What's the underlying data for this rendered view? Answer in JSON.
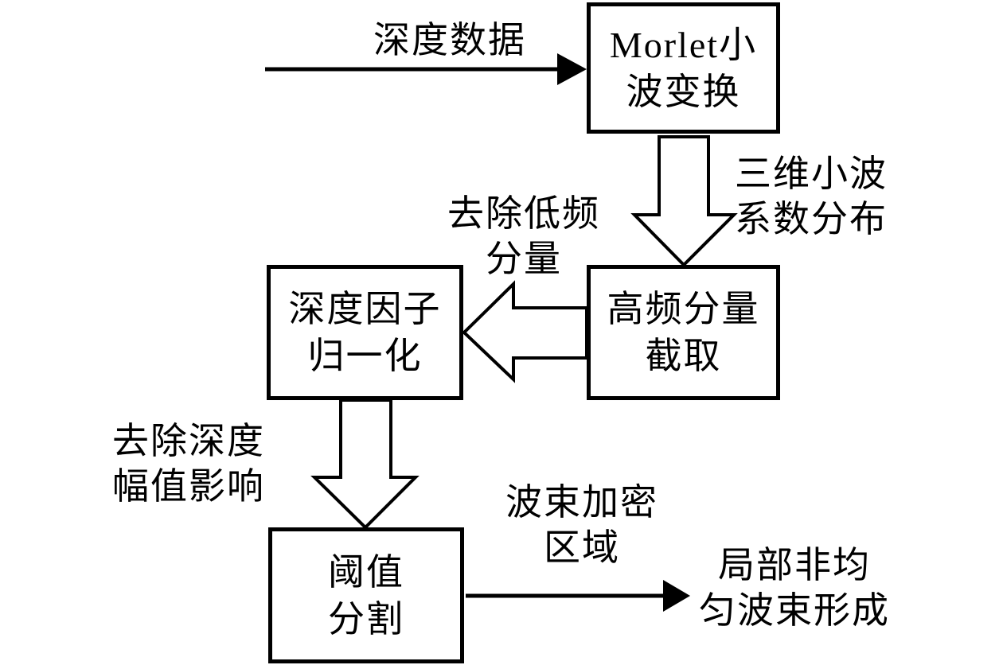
{
  "nodes": {
    "morlet_wavelet_transform": {
      "label": "Morlet小\n波变换"
    },
    "high_freq_component_extract": {
      "label": "高频分量\n截取"
    },
    "depth_factor_normalization": {
      "label": "深度因子\n归一化"
    },
    "threshold_segmentation": {
      "label": "阈值\n分割"
    }
  },
  "edge_labels": {
    "depth_data": {
      "label": "深度数据"
    },
    "wavelet_coefficients": {
      "label": "三维小波\n系数分布"
    },
    "remove_low_freq": {
      "label": "去除低频\n分量"
    },
    "remove_depth_amplitude": {
      "label": "去除深度\n幅值影响"
    },
    "beam_densified_region": {
      "label": "波束加密\n区域"
    }
  },
  "output": {
    "label": "局部非均\n匀波束形成"
  },
  "edges": [
    {
      "from": "depth_data_input",
      "to": "morlet_wavelet_transform",
      "style": "solid-arrow",
      "direction": "right",
      "label": "深度数据"
    },
    {
      "from": "morlet_wavelet_transform",
      "to": "high_freq_component_extract",
      "style": "hollow-block-arrow",
      "direction": "down",
      "label": "三维小波系数分布"
    },
    {
      "from": "high_freq_component_extract",
      "to": "depth_factor_normalization",
      "style": "hollow-block-arrow",
      "direction": "left",
      "label": "去除低频分量"
    },
    {
      "from": "depth_factor_normalization",
      "to": "threshold_segmentation",
      "style": "hollow-block-arrow",
      "direction": "down",
      "label": "去除深度幅值影响"
    },
    {
      "from": "threshold_segmentation",
      "to": "local_nonuniform_beamforming",
      "style": "solid-arrow",
      "direction": "right",
      "label": "波束加密区域"
    }
  ],
  "colors": {
    "background": "#ffffff",
    "stroke": "#000000",
    "text": "#000000",
    "box_fill": "#ffffff"
  }
}
